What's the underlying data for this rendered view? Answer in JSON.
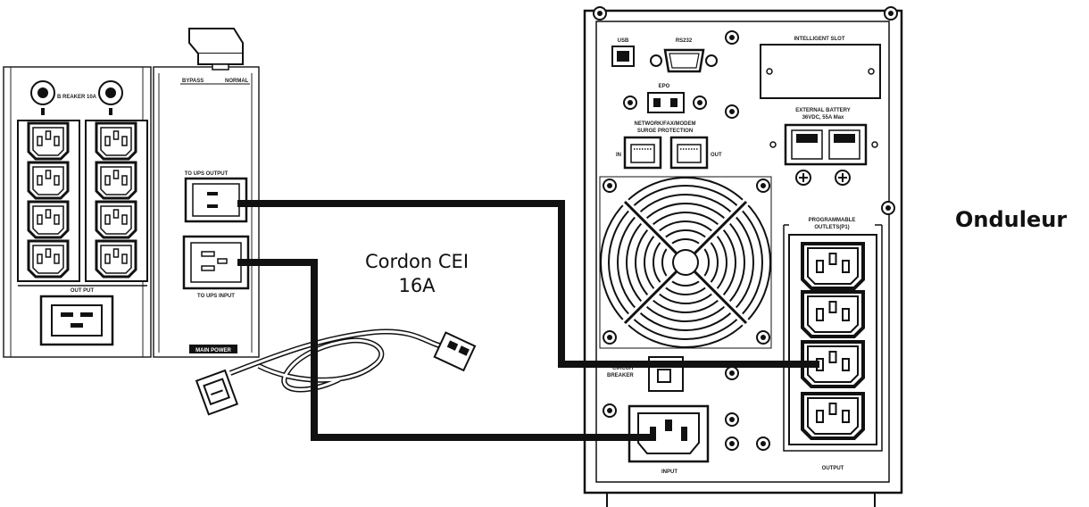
{
  "pdu": {
    "breaker_label": "B REAKER 10A",
    "output_label": "OUT PUT",
    "switch_left": "BYPASS",
    "switch_right": "NORMAL",
    "to_ups_output": "TO UPS OUTPUT",
    "to_ups_input": "TO UPS INPUT",
    "main_power": "MAIN POWER"
  },
  "cord": {
    "line1": "Cordon CEI",
    "line2": "16A"
  },
  "ups": {
    "title": "Onduleur",
    "usb": "USB",
    "rs232": "RS232",
    "epo": "EPO",
    "intelligent_slot": "INTELLIGENT SLOT",
    "network": "NETWORK/FAX/MODEM",
    "surge": "SURGE PROTECTION",
    "in": "IN",
    "out": "OUT",
    "ext_battery_1": "EXTERNAL BATTERY",
    "ext_battery_2": "36VDC, 55A Max",
    "programmable_1": "PROGRAMMABLE",
    "programmable_2": "OUTLETS(P1)",
    "circuit": "CIRCUIT",
    "breaker": "BREAKER",
    "input": "INPUT",
    "output": "OUTPUT"
  }
}
